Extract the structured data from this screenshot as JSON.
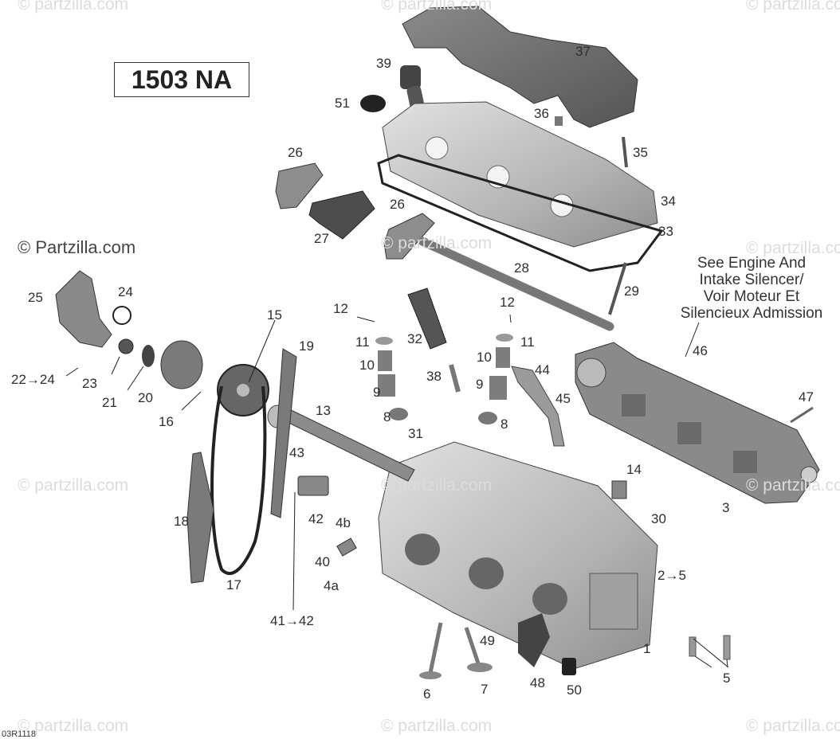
{
  "title": "1503 NA",
  "reference_code": "03R1118",
  "watermarks": {
    "brand": "© Partzilla.com",
    "small": "© partzilla.com"
  },
  "note_lines": [
    "See Engine And",
    "Intake Silencer/",
    "Voir Moteur Et",
    "Silencieux Admission"
  ],
  "part_labels": [
    "1",
    "2→5",
    "3",
    "4a",
    "4b",
    "5",
    "6",
    "7",
    "8",
    "8",
    "9",
    "9",
    "10",
    "10",
    "11",
    "11",
    "12",
    "12",
    "13",
    "14",
    "15",
    "16",
    "17",
    "18",
    "19",
    "20",
    "21",
    "22→24",
    "23",
    "24",
    "25",
    "26",
    "26",
    "27",
    "28",
    "29",
    "30",
    "31",
    "32",
    "33",
    "34",
    "35",
    "36",
    "37",
    "38",
    "39",
    "40",
    "41→42",
    "42",
    "43",
    "44",
    "45",
    "46",
    "47",
    "48",
    "49",
    "50",
    "51"
  ],
  "colors": {
    "part_fill": "#b9b9b9",
    "part_dark": "#6b6b6b",
    "part_light": "#d8d8d8",
    "line": "#2a2a2a",
    "watermark": "#dcdcdc"
  }
}
